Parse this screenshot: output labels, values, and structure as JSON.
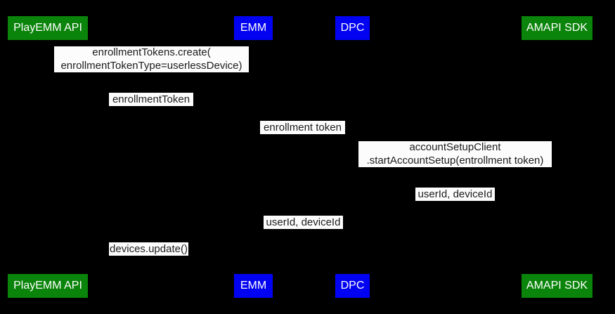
{
  "colors": {
    "background": "#000000",
    "actor_green": "#0a840a",
    "actor_blue": "#0202f2",
    "actor_text": "#ffffff",
    "message_bg": "#fcfcfc",
    "message_text": "#1c1c1c"
  },
  "actors": {
    "playemm_api": {
      "label": "PlayEMM API"
    },
    "emm": {
      "label": "EMM"
    },
    "dpc": {
      "label": "DPC"
    },
    "amapi_sdk": {
      "label": "AMAPI SDK"
    }
  },
  "messages": [
    {
      "line1": "enrollmentTokens.create(",
      "line2": "enrollmentTokenType=userlessDevice)"
    },
    {
      "line1": "enrollmentToken"
    },
    {
      "line1": "enrollment token"
    },
    {
      "line1": "accountSetupClient",
      "line2": ".startAccountSetup(entrollment token)"
    },
    {
      "line1": "userId, deviceId"
    },
    {
      "line1": "userId, deviceId"
    },
    {
      "line1": "devices.update()"
    }
  ]
}
